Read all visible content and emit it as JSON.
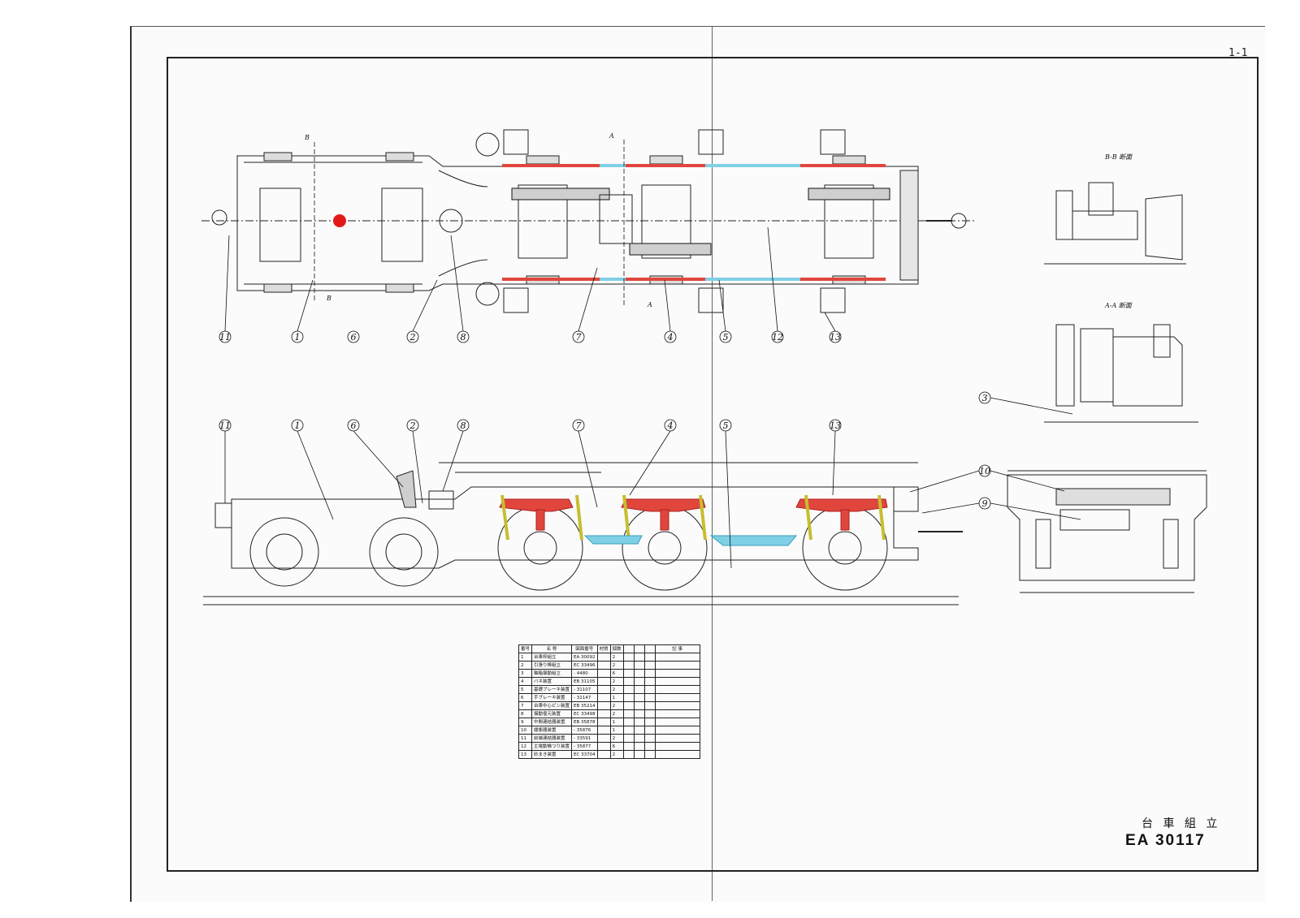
{
  "sheet": {
    "number": "1-1"
  },
  "title": {
    "name": "台 車 組 立",
    "drawing_no": "EA 30117"
  },
  "plan_view": {
    "callouts": [
      "11",
      "1",
      "6",
      "2",
      "8",
      "7",
      "4",
      "5",
      "12",
      "13"
    ],
    "section_marks": [
      "B",
      "B",
      "A",
      "A"
    ]
  },
  "side_view": {
    "callouts": [
      "11",
      "1",
      "6",
      "2",
      "8",
      "7",
      "4",
      "5",
      "13"
    ]
  },
  "end_view": {
    "callouts": [
      "10",
      "9"
    ]
  },
  "sections": {
    "bb_title": "B-B 断面",
    "aa_title": "A-A 断面",
    "aa_callout": "3"
  },
  "parts_table": {
    "headers": [
      "番号",
      "名 称",
      "図面番号",
      "材質",
      "個数",
      "",
      "",
      "",
      "記 事"
    ],
    "rows": [
      {
        "no": "1",
        "name": "台車枠組立",
        "drawing": "EA 30092",
        "qty": "2"
      },
      {
        "no": "2",
        "name": "引張り棒組立",
        "drawing": "EC 33496",
        "qty": "2"
      },
      {
        "no": "3",
        "name": "軸箱揺動組立",
        "drawing": "- 4480",
        "qty": "6"
      },
      {
        "no": "4",
        "name": "バネ装置",
        "drawing": "EB 31105",
        "qty": "2"
      },
      {
        "no": "5",
        "name": "基礎ブレーキ装置",
        "drawing": "- 31107",
        "qty": "2"
      },
      {
        "no": "6",
        "name": "手ブレーキ装置",
        "drawing": "- 31147",
        "qty": "1"
      },
      {
        "no": "7",
        "name": "台車中心ピン装置",
        "drawing": "EB 35214",
        "qty": "2"
      },
      {
        "no": "8",
        "name": "揺動復元装置",
        "drawing": "EC 33498",
        "qty": "2"
      },
      {
        "no": "9",
        "name": "中間連結器装置",
        "drawing": "EB 35878",
        "qty": "1"
      },
      {
        "no": "10",
        "name": "緩衝器装置",
        "drawing": "- 35876",
        "qty": "1"
      },
      {
        "no": "11",
        "name": "前端連結器装置",
        "drawing": "- 33591",
        "qty": "2"
      },
      {
        "no": "12",
        "name": "主電動機つり装置",
        "drawing": "- 35877",
        "qty": "6"
      },
      {
        "no": "13",
        "name": "砂まき装置",
        "drawing": "EC 33704",
        "qty": "2"
      }
    ]
  },
  "colors": {
    "spring": "#e0463c",
    "brake": "#7fd0e6",
    "hanger": "#e8e05a",
    "pivot": "#e31a1a"
  }
}
